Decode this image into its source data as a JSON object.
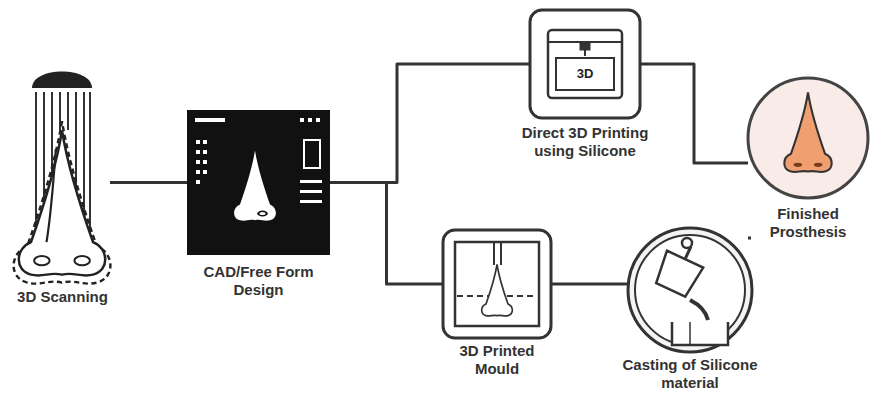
{
  "diagram": {
    "nodes": [
      {
        "text": [
          "3D Scanning"
        ]
      },
      {
        "text": [
          "CAD/Free Form Design"
        ]
      },
      {
        "text": [
          "Direct 3D Printing using Silicone"
        ]
      },
      {
        "text": [
          "3D Printed Mould"
        ]
      },
      {
        "text": [
          "Casting of Silicone material"
        ]
      },
      {
        "text": [
          "Finished Prosthesis"
        ]
      }
    ],
    "edges": [
      {
        "from": 0,
        "to": 1,
        "arrow": "none"
      },
      {
        "from": 1,
        "to": 2,
        "arrow": "none"
      },
      {
        "from": 1,
        "to": 3,
        "arrow": "none"
      },
      {
        "from": 3,
        "to": 4,
        "arrow": "none"
      },
      {
        "from": 4,
        "to": 5,
        "arrow": "none"
      },
      {
        "from": 2,
        "to": 5,
        "arrow": "none"
      }
    ],
    "labels": [
      "3D"
    ]
  }
}
